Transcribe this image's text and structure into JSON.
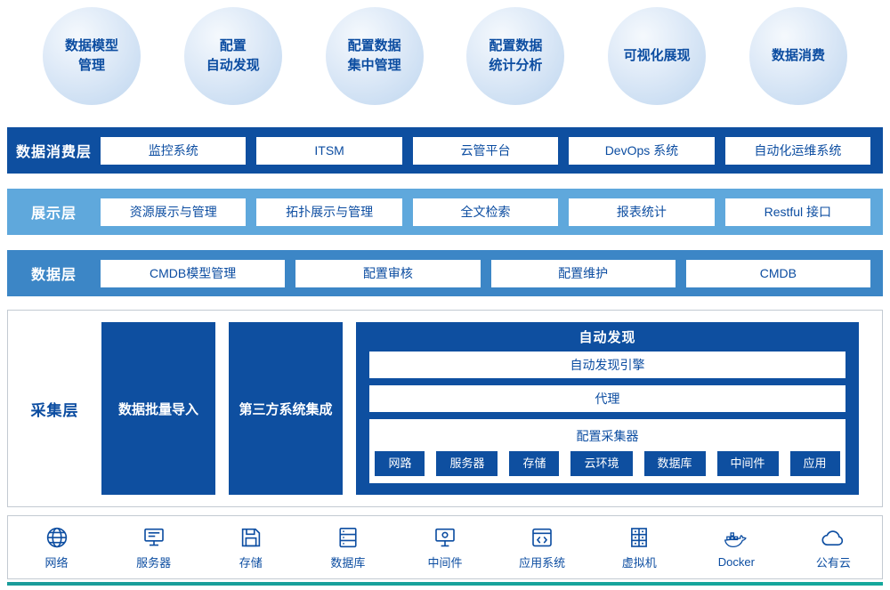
{
  "bubbles": [
    {
      "line1": "数据模型",
      "line2": "管理"
    },
    {
      "line1": "配置",
      "line2": "自动发现"
    },
    {
      "line1": "配置数据",
      "line2": "集中管理"
    },
    {
      "line1": "配置数据",
      "line2": "统计分析"
    },
    {
      "line1": "可视化展现",
      "line2": ""
    },
    {
      "line1": "数据消费",
      "line2": ""
    }
  ],
  "consumption_layer": {
    "label": "数据消费层",
    "items": [
      "监控系统",
      "ITSM",
      "云管平台",
      "DevOps 系统",
      "自动化运维系统"
    ]
  },
  "display_layer": {
    "label": "展示层",
    "items": [
      "资源展示与管理",
      "拓扑展示与管理",
      "全文检索",
      "报表统计",
      "Restful 接口"
    ]
  },
  "data_layer": {
    "label": "数据层",
    "items": [
      "CMDB模型管理",
      "配置审核",
      "配置维护",
      "CMDB"
    ]
  },
  "collection_layer": {
    "label": "采集层",
    "batch_import": "数据批量导入",
    "third_party": "第三方系统集成",
    "auto_discovery": {
      "title": "自动发现",
      "engine": "自动发现引擎",
      "agent": "代理",
      "collector_title": "配置采集器",
      "collectors": [
        "网路",
        "服务器",
        "存储",
        "云环境",
        "数据库",
        "中间件",
        "应用"
      ]
    }
  },
  "infrastructure": {
    "items": [
      {
        "label": "网络",
        "icon": "globe-icon"
      },
      {
        "label": "服务器",
        "icon": "server-icon"
      },
      {
        "label": "存储",
        "icon": "storage-icon"
      },
      {
        "label": "数据库",
        "icon": "database-icon"
      },
      {
        "label": "中间件",
        "icon": "middleware-icon"
      },
      {
        "label": "应用系统",
        "icon": "app-system-icon"
      },
      {
        "label": "虚拟机",
        "icon": "vm-icon"
      },
      {
        "label": "Docker",
        "icon": "docker-icon"
      },
      {
        "label": "公有云",
        "icon": "cloud-icon"
      }
    ]
  },
  "colors": {
    "dark_blue": "#0e4fa0",
    "mid_blue": "#3c86c6",
    "light_blue": "#5fa8dc",
    "text_blue": "#0c4da1",
    "accent_teal": "#14a89c"
  }
}
